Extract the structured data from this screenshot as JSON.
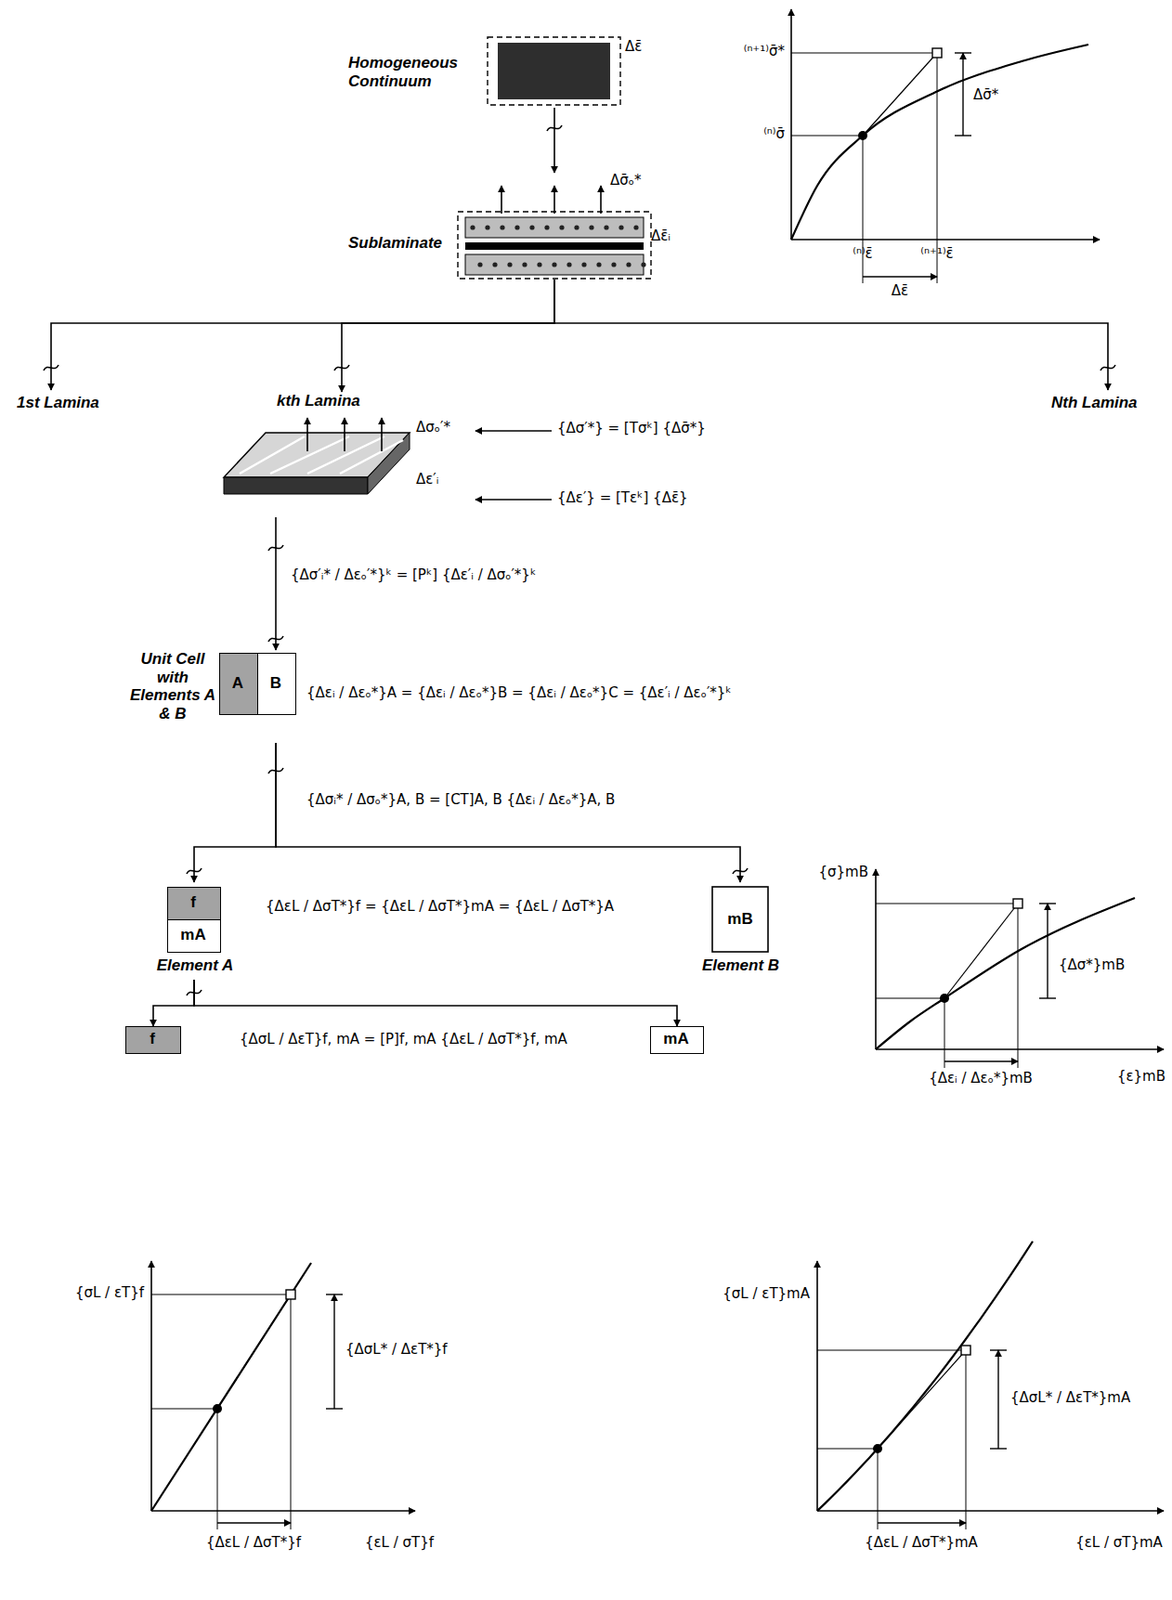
{
  "diagram": {
    "nodes": [
      {
        "text": [
          "Homogeneous Continuum",
          "Δε̄"
        ]
      },
      {
        "text": [
          "Sublaminate",
          "Δσ̄ₒ*",
          "Δε̄ᵢ"
        ]
      },
      {
        "text": [
          "1st Lamina"
        ]
      },
      {
        "text": [
          "kth Lamina",
          "Δσₒ′*",
          "Δε′ᵢ"
        ]
      },
      {
        "text": [
          "Nth Lamina"
        ]
      },
      {
        "text": [
          "Unit Cell with Elements A & B"
        ]
      },
      {
        "text": [
          "A"
        ],
        "in": 5
      },
      {
        "text": [
          "B"
        ],
        "in": 5
      },
      {
        "text": [
          "Element A"
        ]
      },
      {
        "text": [
          "f"
        ],
        "in": 8
      },
      {
        "text": [
          "mA"
        ],
        "in": 8
      },
      {
        "text": [
          "mB",
          "Element B"
        ]
      },
      {
        "text": [
          "f"
        ]
      },
      {
        "text": [
          "mA"
        ]
      }
    ],
    "edges": [
      {
        "from": 0,
        "to": 1,
        "arrow": "to"
      },
      {
        "from": 1,
        "to": 2,
        "arrow": "to"
      },
      {
        "from": 1,
        "to": 3,
        "arrow": "to"
      },
      {
        "from": 1,
        "to": 4,
        "arrow": "to"
      },
      {
        "from": 3,
        "to": 5,
        "arrow": "to"
      },
      {
        "from": 5,
        "to": 8,
        "arrow": "to"
      },
      {
        "from": 5,
        "to": 11,
        "arrow": "to"
      },
      {
        "from": 8,
        "to": 12,
        "arrow": "to"
      },
      {
        "from": 8,
        "to": 13,
        "arrow": "to"
      }
    ],
    "labels": [
      "{Δσ′*} = [Tσᵏ] {Δσ̄*}",
      "{Δε′} = [Tεᵏ] {Δε̄}",
      "{Δσ′ᵢ* / Δεₒ′*}ᵏ = [Pᵏ] {Δε′ᵢ / Δσₒ′*}ᵏ",
      "{Δεᵢ / Δεₒ*}A = {Δεᵢ / Δεₒ*}B = {Δεᵢ / Δεₒ*}C = {Δε′ᵢ / Δεₒ′*}ᵏ",
      "{Δσᵢ* / Δσₒ*}A, B = [CT]A, B {Δεᵢ / Δεₒ*}A, B",
      "{ΔεL / ΔσT*}f = {ΔεL / ΔσT*}mA = {ΔεL / ΔσT*}A",
      "{ΔσL / ΔεT}f, mA = [P]f, mA {ΔεL / ΔσT*}f, mA",
      "⁽ⁿ⁺¹⁾σ̄*",
      "⁽ⁿ⁾σ̄",
      "Δσ̄*",
      "⁽ⁿ⁾ε̄",
      "⁽ⁿ⁺¹⁾ε̄",
      "Δε̄",
      "{σ}mB",
      "{Δσ*}mB",
      "{Δεᵢ / Δεₒ*}mB",
      "{ε}mB",
      "{σL / εT}f",
      "{ΔσL* / ΔεT*}f",
      "{ΔεL / ΔσT*}f",
      "{εL / σT}f",
      "{σL / εT}mA",
      "{ΔσL* / ΔεT*}mA",
      "{ΔεL / ΔσT*}mA",
      "{εL / σT}mA"
    ]
  }
}
